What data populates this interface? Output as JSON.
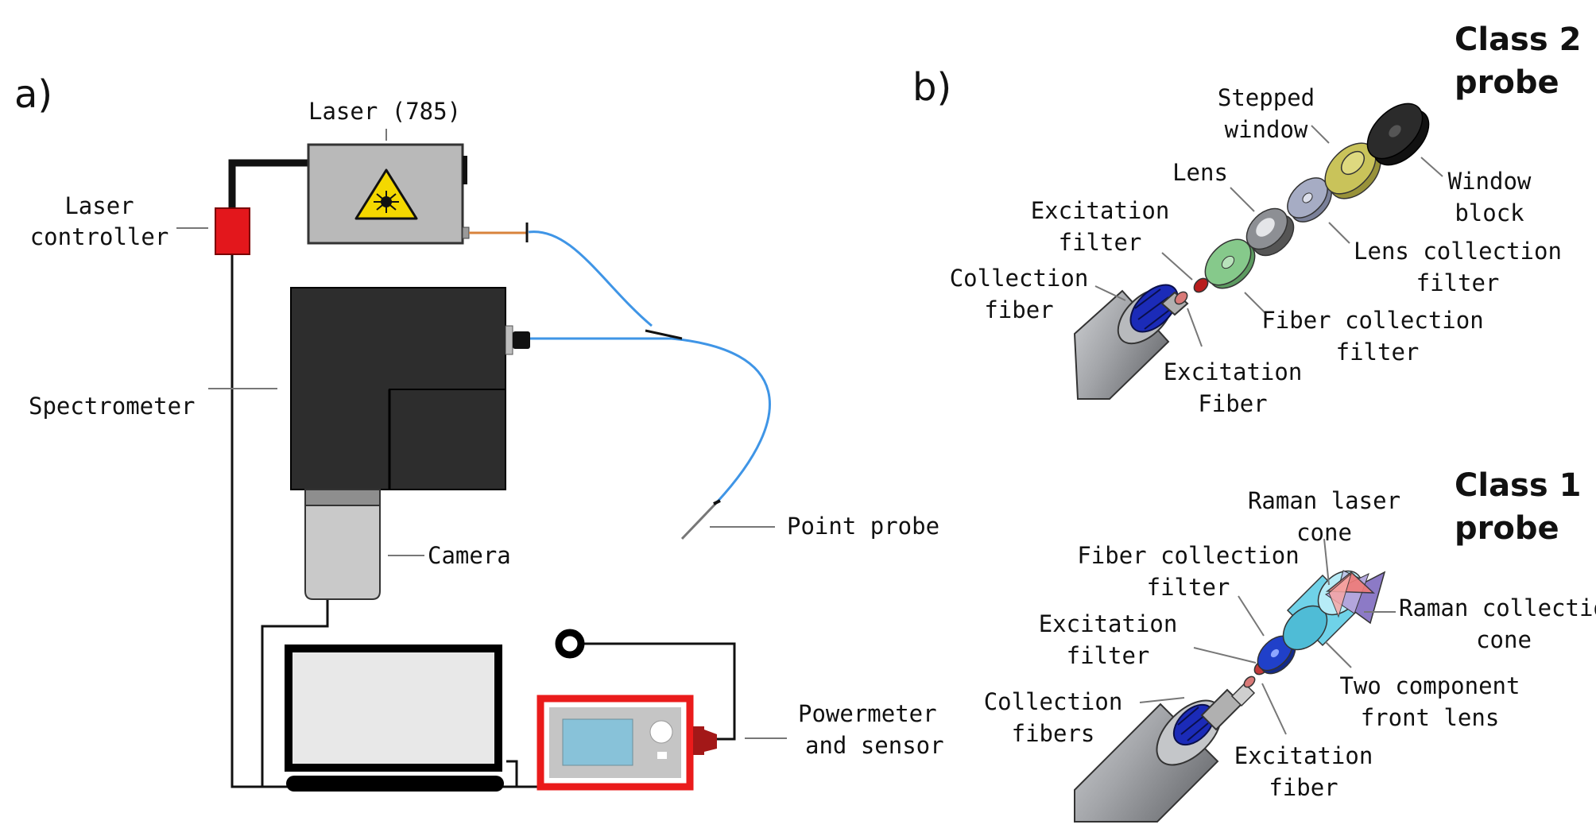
{
  "panel_a": {
    "tag": "a)",
    "laser": "Laser (785)",
    "laser_controller": [
      "Laser",
      "controller"
    ],
    "spectrometer": "Spectrometer",
    "camera": "Camera",
    "point_probe": "Point probe",
    "powermeter": [
      "Powermeter",
      "and sensor"
    ]
  },
  "panel_b": {
    "tag": "b)",
    "class2": {
      "heading": [
        "Class 2",
        "probe"
      ],
      "labels": {
        "stepped_window": [
          "Stepped",
          "window"
        ],
        "window_block": [
          "Window",
          "block"
        ],
        "lens": [
          "Lens"
        ],
        "lens_collection_filter": [
          "Lens collection",
          "filter"
        ],
        "excitation_filter": [
          "Excitation",
          "filter"
        ],
        "fiber_collection_filter": [
          "Fiber collection",
          "filter"
        ],
        "collection_fiber": [
          "Collection",
          "fiber"
        ],
        "excitation_fiber": [
          "Excitation",
          "Fiber"
        ]
      }
    },
    "class1": {
      "heading": [
        "Class 1",
        "probe"
      ],
      "labels": {
        "raman_laser_cone": [
          "Raman laser",
          "cone"
        ],
        "fiber_collection_filter": [
          "Fiber collection",
          "filter"
        ],
        "raman_collection_cone": [
          "Raman collectio",
          "cone"
        ],
        "excitation_filter": [
          "Excitation",
          "filter"
        ],
        "two_component_lens": [
          "Two component",
          "front lens"
        ],
        "collection_fibers": [
          "Collection",
          "fibers"
        ],
        "excitation_fiber": [
          "Excitation",
          "fiber"
        ]
      }
    }
  },
  "colors": {
    "laser_box": "#b9b9b9",
    "laser_symbol": "#f4d800",
    "controller": "#e3171c",
    "spectrometer": "#2d2d2d",
    "camera": "#c9c9c9",
    "fiber": "#3f95e6",
    "laser_fiber": "#d8833c",
    "powermeter_frame": "#ea1b1b",
    "powermeter_screen": "#88c2d9",
    "sensor": "#a31818",
    "probe_body": "#9fa1a5",
    "fiber_bundle": "#1b2bb8",
    "green_filter": "#86c98b",
    "lens_grey": "#8d8f94",
    "lens_filter": "#a6acc4",
    "stepped_window": "#c9c35a",
    "window_block": "#2b2b2b",
    "two_component_lens": "#6fd2e8",
    "laser_cone": "#f07b78",
    "collection_cone": "#8c7ac6",
    "blue_filter": "#2040c9"
  }
}
